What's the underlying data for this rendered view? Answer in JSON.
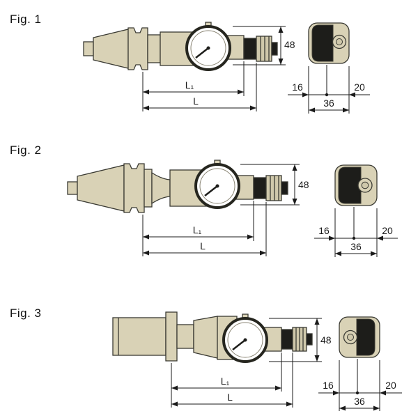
{
  "figures": [
    {
      "label": "Fig. 1",
      "dims": {
        "height": "48",
        "l1": "L₁",
        "l": "L",
        "left_offset": "16",
        "right_offset": "20",
        "width": "36"
      }
    },
    {
      "label": "Fig. 2",
      "dims": {
        "height": "48",
        "l1": "L₁",
        "l": "L",
        "left_offset": "16",
        "right_offset": "20",
        "width": "36"
      }
    },
    {
      "label": "Fig. 3",
      "dims": {
        "height": "48",
        "l1": "L₁",
        "l": "L",
        "left_offset": "16",
        "right_offset": "20",
        "width": "36"
      }
    }
  ],
  "colors": {
    "body_fill": "#d9d2b6",
    "body_shade": "#cfc8ab",
    "outline": "#3a3a33",
    "black_part": "#1d1d1a",
    "dial_face": "#ffffff",
    "dimension_ink": "#1a1a1a",
    "background": "#ffffff"
  }
}
